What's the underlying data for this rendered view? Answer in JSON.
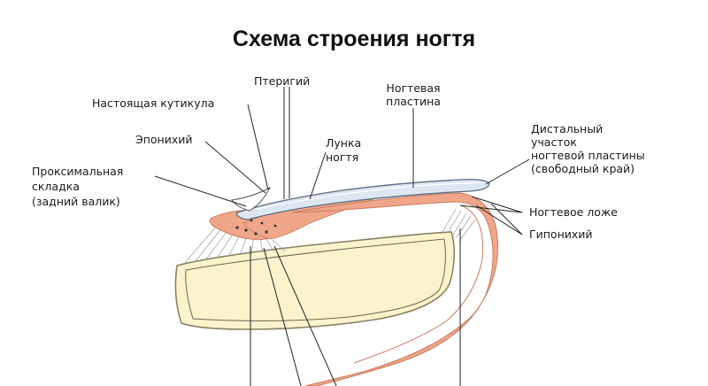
{
  "title": "Схема строения ногтя",
  "labels": {
    "pterygium": "Птеригий",
    "nail_plate": [
      "Ногтевая",
      "пластина"
    ],
    "true_cuticle": "Настоящая кутикула",
    "eponychium": "Эпонихий",
    "lunula": [
      "Лунка",
      "ногтя"
    ],
    "distal": [
      "Дистальный",
      "участок",
      "ногтевой пластины",
      "(свободный край)"
    ],
    "proximal_fold": [
      "Проксимальная",
      "складка",
      "(задний валик)"
    ],
    "nail_bed": "Ногтевое ложе",
    "hyponychium": "Гипонихий"
  },
  "colors": {
    "skin": "#f0a688",
    "skin_outline": "#c97c63",
    "bone": "#fbf3cc",
    "bone_outline": "#8a8062",
    "plate": "#dde7f2"
  }
}
